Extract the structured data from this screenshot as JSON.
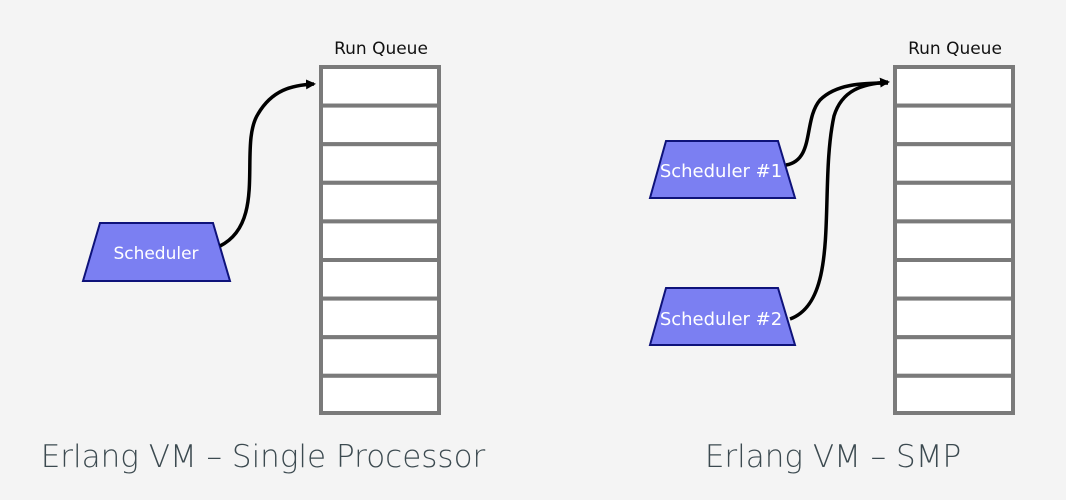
{
  "colors": {
    "background": "#f4f4f4",
    "scheduler_fill": "#7b7ff2",
    "scheduler_border": "#0e127a",
    "queue_slot_border": "#7a7a7a",
    "caption_text": "#3c4a50"
  },
  "single": {
    "queue_title": "Run Queue",
    "scheduler_label": "Scheduler",
    "caption": "Erlang VM – Single Processor"
  },
  "smp": {
    "queue_title": "Run Queue",
    "scheduler1_label": "Scheduler #1",
    "scheduler2_label": "Scheduler #2",
    "caption": "Erlang VM – SMP"
  }
}
